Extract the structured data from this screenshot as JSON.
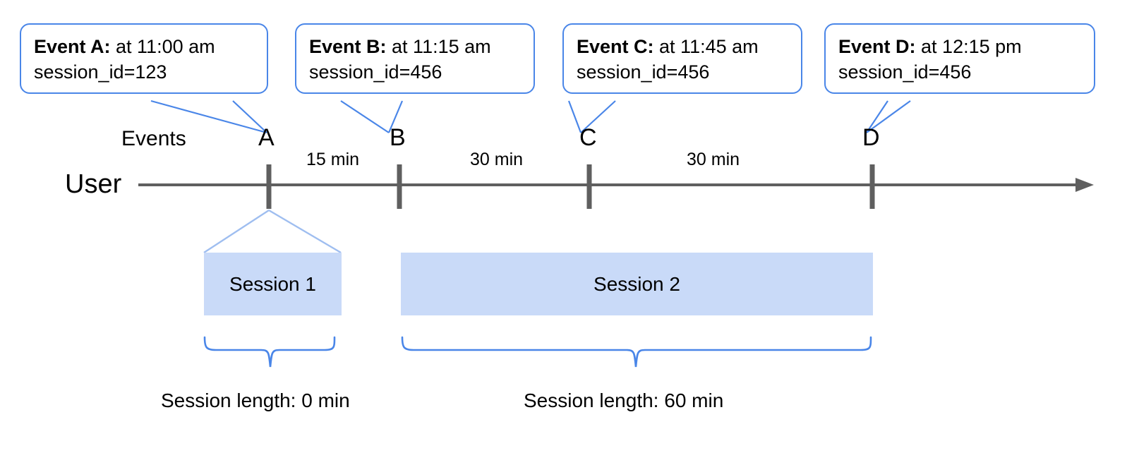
{
  "diagram": {
    "title": "User event sessionization timeline",
    "colors": {
      "callout_border": "#4a86e8",
      "session_fill": "#c9daf8",
      "axis": "#5f5f5f",
      "brace": "#4a86e8",
      "funnel": "#9fbef0"
    }
  },
  "axis": {
    "user_label": "User",
    "events_label": "Events"
  },
  "callouts": [
    {
      "id": "event-a",
      "title": "Event A:",
      "time_text": " at 11:00 am",
      "session_line": "session_id=123"
    },
    {
      "id": "event-b",
      "title": "Event B:",
      "time_text": " at 11:15 am",
      "session_line": "session_id=456"
    },
    {
      "id": "event-c",
      "title": "Event C:",
      "time_text": " at 11:45 am",
      "session_line": "session_id=456"
    },
    {
      "id": "event-d",
      "title": "Event D:",
      "time_text": " at 12:15 pm",
      "session_line": "session_id=456"
    }
  ],
  "markers": [
    {
      "id": "marker-a",
      "letter": "A"
    },
    {
      "id": "marker-b",
      "letter": "B"
    },
    {
      "id": "marker-c",
      "letter": "C"
    },
    {
      "id": "marker-d",
      "letter": "D"
    }
  ],
  "gaps": [
    {
      "id": "gap-ab",
      "label": "15 min"
    },
    {
      "id": "gap-bc",
      "label": "30 min"
    },
    {
      "id": "gap-cd",
      "label": "30 min"
    }
  ],
  "sessions": [
    {
      "id": "session-1",
      "label": "Session 1",
      "length_label": "Session length: 0 min"
    },
    {
      "id": "session-2",
      "label": "Session 2",
      "length_label": "Session length: 60 min"
    }
  ]
}
